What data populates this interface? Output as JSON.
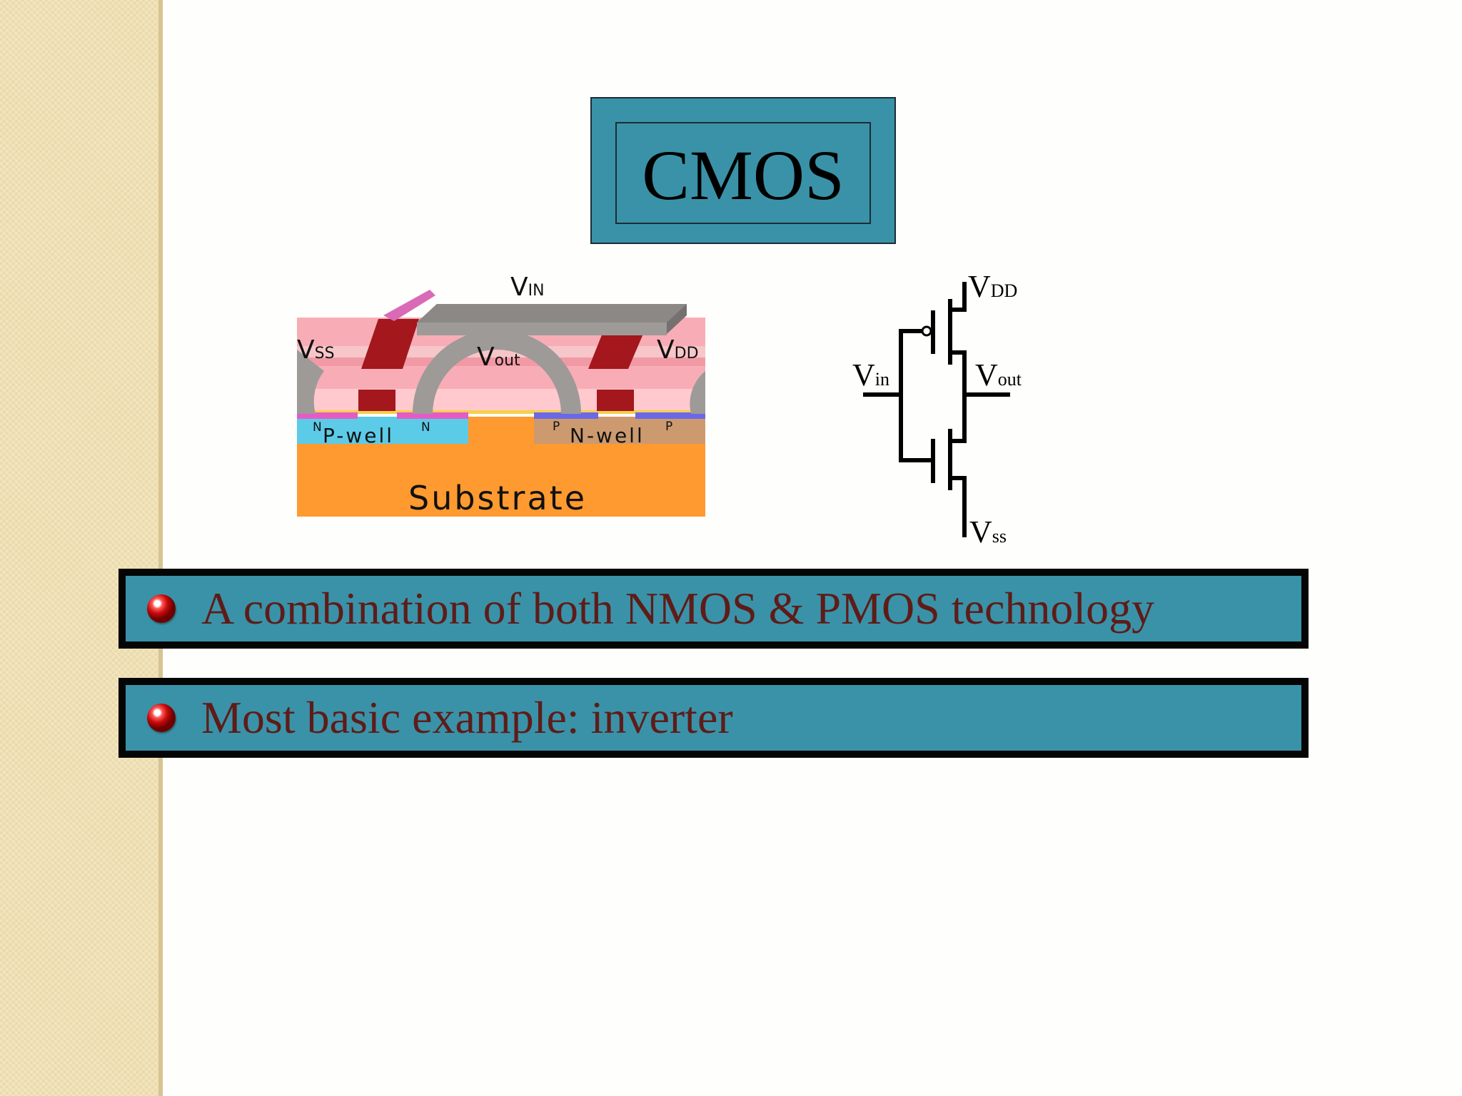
{
  "slide": {
    "title": "CMOS",
    "bullets": [
      {
        "text": "A combination of both NMOS & PMOS technology"
      },
      {
        "text": "Most basic example: inverter"
      }
    ]
  },
  "cross_section": {
    "v_in_main": "V",
    "v_in_sub": "IN",
    "v_ss_main": "V",
    "v_ss_sub": "SS",
    "v_out_main": "V",
    "v_out_sub": "out",
    "v_dd_main": "V",
    "v_dd_sub": "DD",
    "n_label": "N",
    "p_label": "P",
    "p_well": "P-well",
    "n_well": "N-well",
    "substrate": "Substrate"
  },
  "inverter": {
    "vdd_main": "V",
    "vdd_sub": "DD",
    "vin_main": "V",
    "vin_sub": "in",
    "vout_main": "V",
    "vout_sub": "out",
    "vss_main": "V",
    "vss_sub": "ss"
  },
  "colors": {
    "background": "#fefefc",
    "side_band": "#efe0b4",
    "accent_box": "#3a92a8",
    "bullet_text": "#5e1c18",
    "bullet_dot": "#c80a0a",
    "substrate": "#fe9a30",
    "p_well": "#5ccbe8",
    "n_well": "#cc9a6e"
  }
}
